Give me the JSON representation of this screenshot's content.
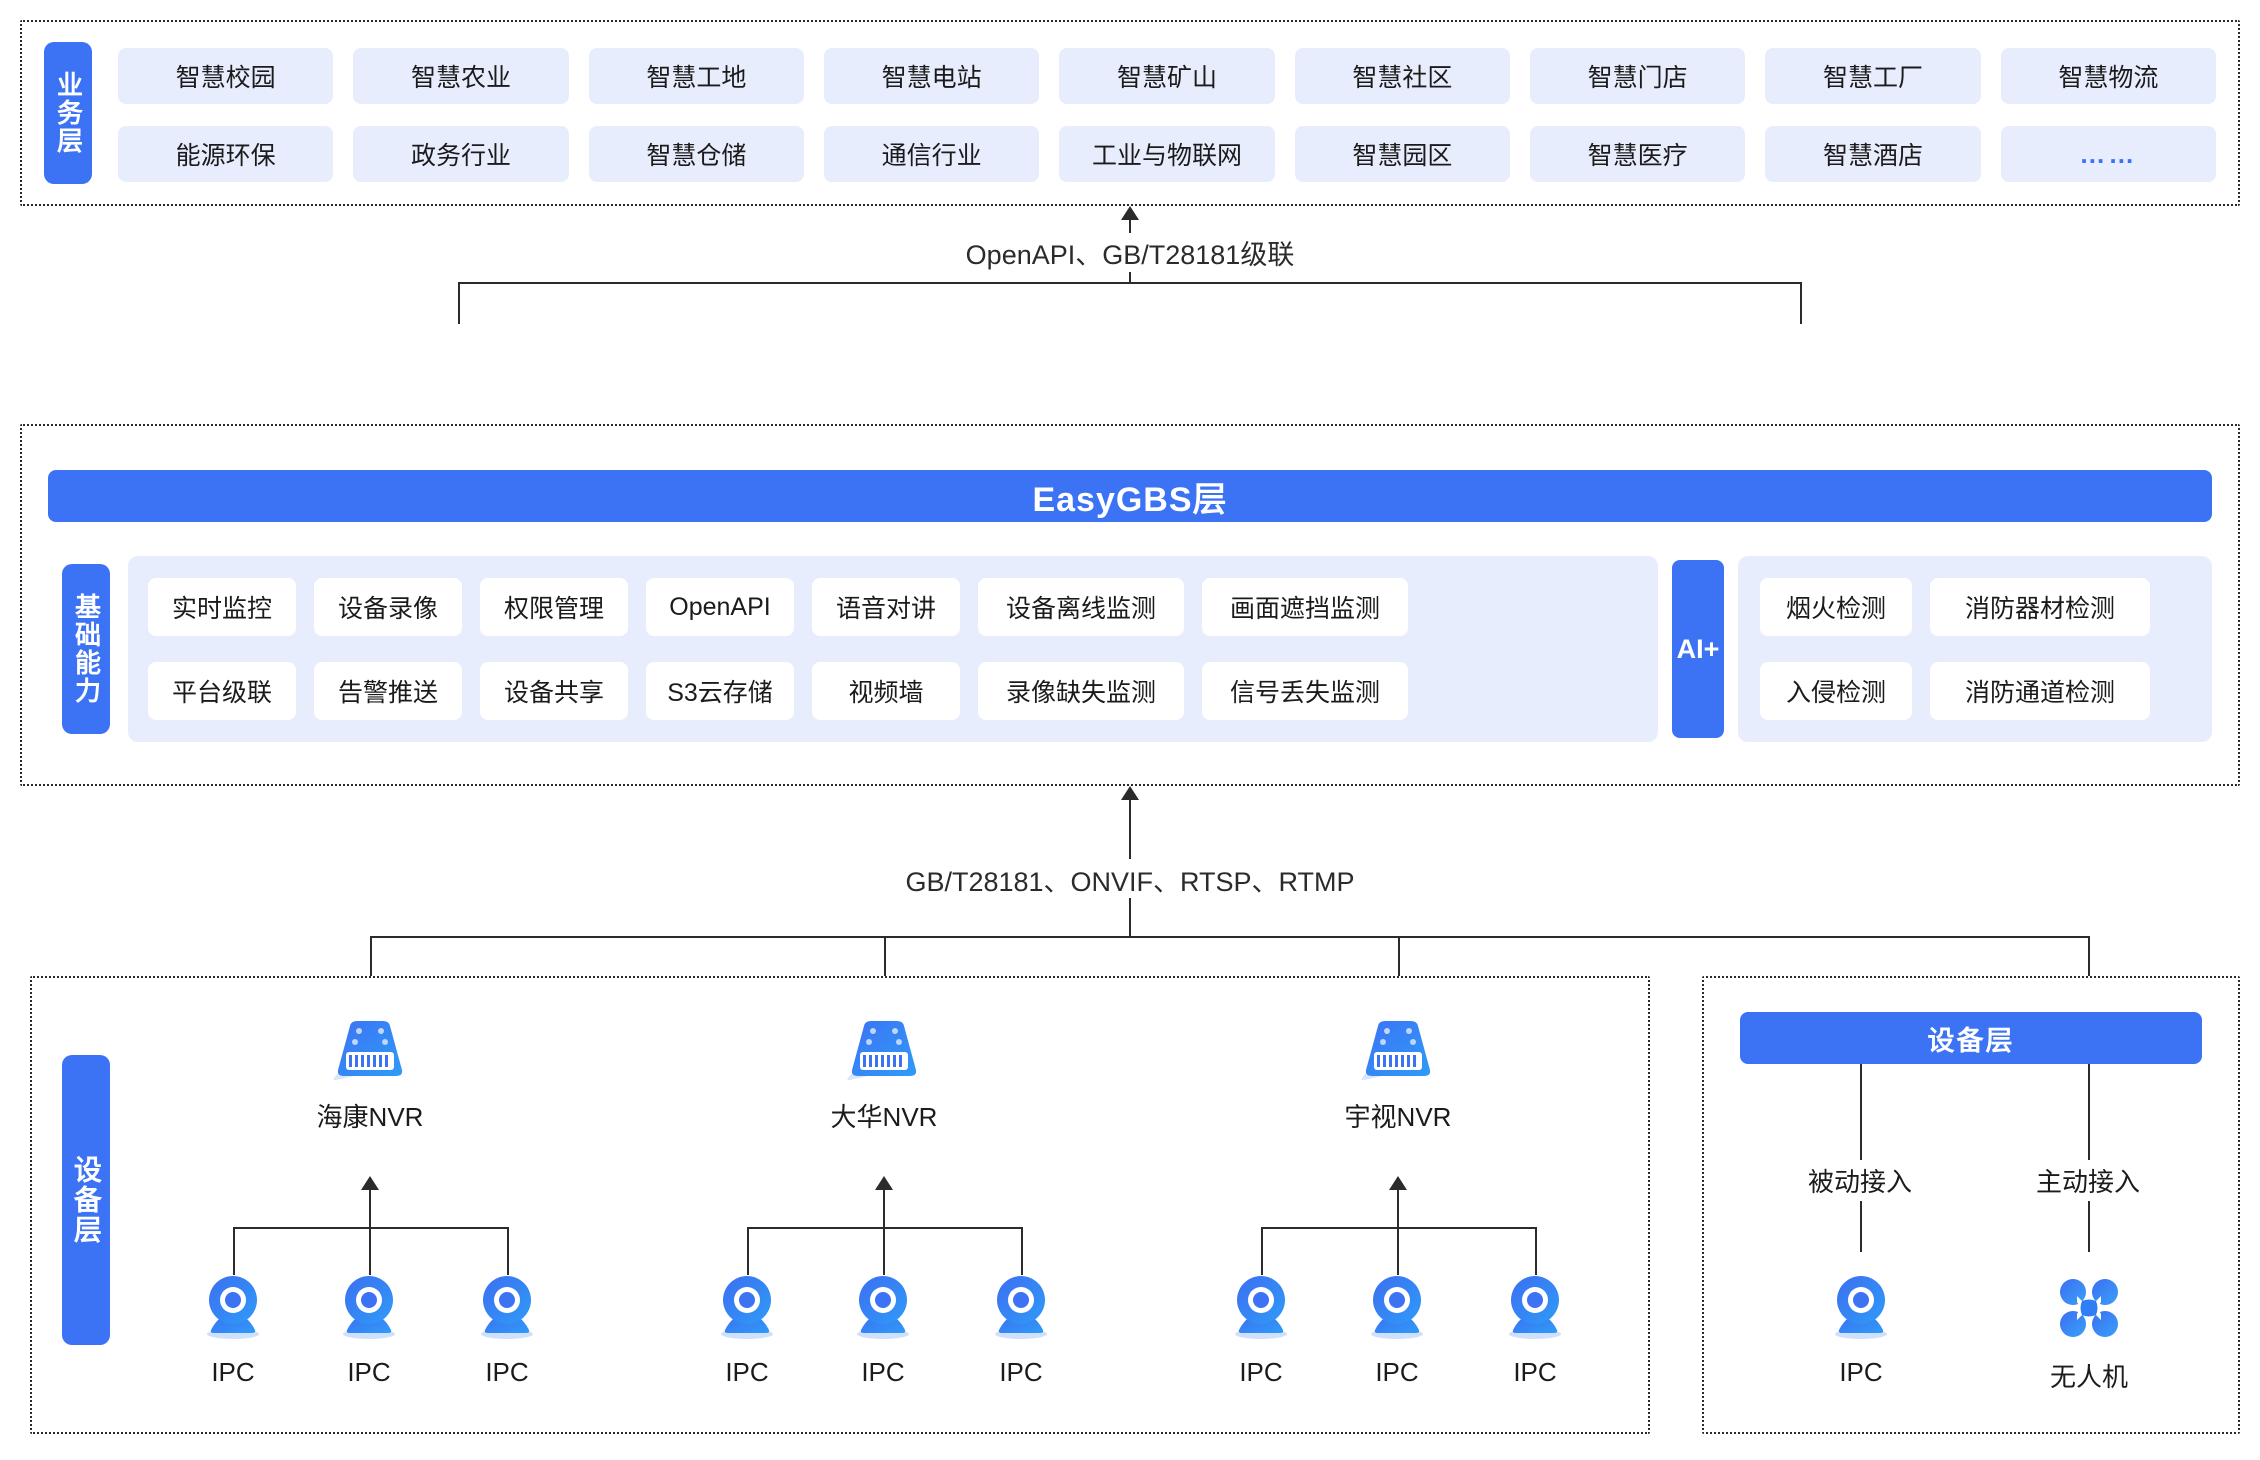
{
  "business_layer": {
    "label": "业务层",
    "items": [
      "智慧校园",
      "智慧农业",
      "智慧工地",
      "智慧电站",
      "智慧矿山",
      "智慧社区",
      "智慧门店",
      "智慧工厂",
      "智慧物流",
      "能源环保",
      "政务行业",
      "智慧仓储",
      "通信行业",
      "工业与物联网",
      "智慧园区",
      "智慧医疗",
      "智慧酒店",
      "……"
    ]
  },
  "connector_top": {
    "label": "OpenAPI、GB/T28181级联"
  },
  "platform_layer": {
    "title": "EasyGBS层",
    "capability_label": "基础能力",
    "capabilities": [
      "实时监控",
      "设备录像",
      "权限管理",
      "OpenAPI",
      "语音对讲",
      "设备离线监测",
      "画面遮挡监测",
      "平台级联",
      "告警推送",
      "设备共享",
      "S3云存储",
      "视频墙",
      "录像缺失监测",
      "信号丢失监测"
    ],
    "ai": {
      "label": "AI+",
      "items": [
        "烟火检测",
        "消防器材检测",
        "入侵检测",
        "消防通道检测"
      ]
    }
  },
  "connector_bottom": {
    "label": "GB/T28181、ONVIF、RTSP、RTMP"
  },
  "device_layer": {
    "label": "设备层",
    "nvr_groups": [
      {
        "name": "海康NVR",
        "icon": "nvr-icon",
        "cameras": [
          "IPC",
          "IPC",
          "IPC"
        ]
      },
      {
        "name": "大华NVR",
        "icon": "nvr-icon",
        "cameras": [
          "IPC",
          "IPC",
          "IPC"
        ]
      },
      {
        "name": "宇视NVR",
        "icon": "nvr-icon",
        "cameras": [
          "IPC",
          "IPC",
          "IPC"
        ]
      }
    ],
    "right_panel": {
      "bar_title": "设备层",
      "branches": [
        {
          "access": "被动接入",
          "name": "IPC",
          "icon": "camera-icon"
        },
        {
          "access": "主动接入",
          "name": "无人机",
          "icon": "drone-icon"
        }
      ]
    }
  },
  "colors": {
    "brand_blue": "#3c73f5",
    "chip_bg": "#e8edfd",
    "line": "#2b2b2b",
    "text": "#1b1b1b"
  }
}
